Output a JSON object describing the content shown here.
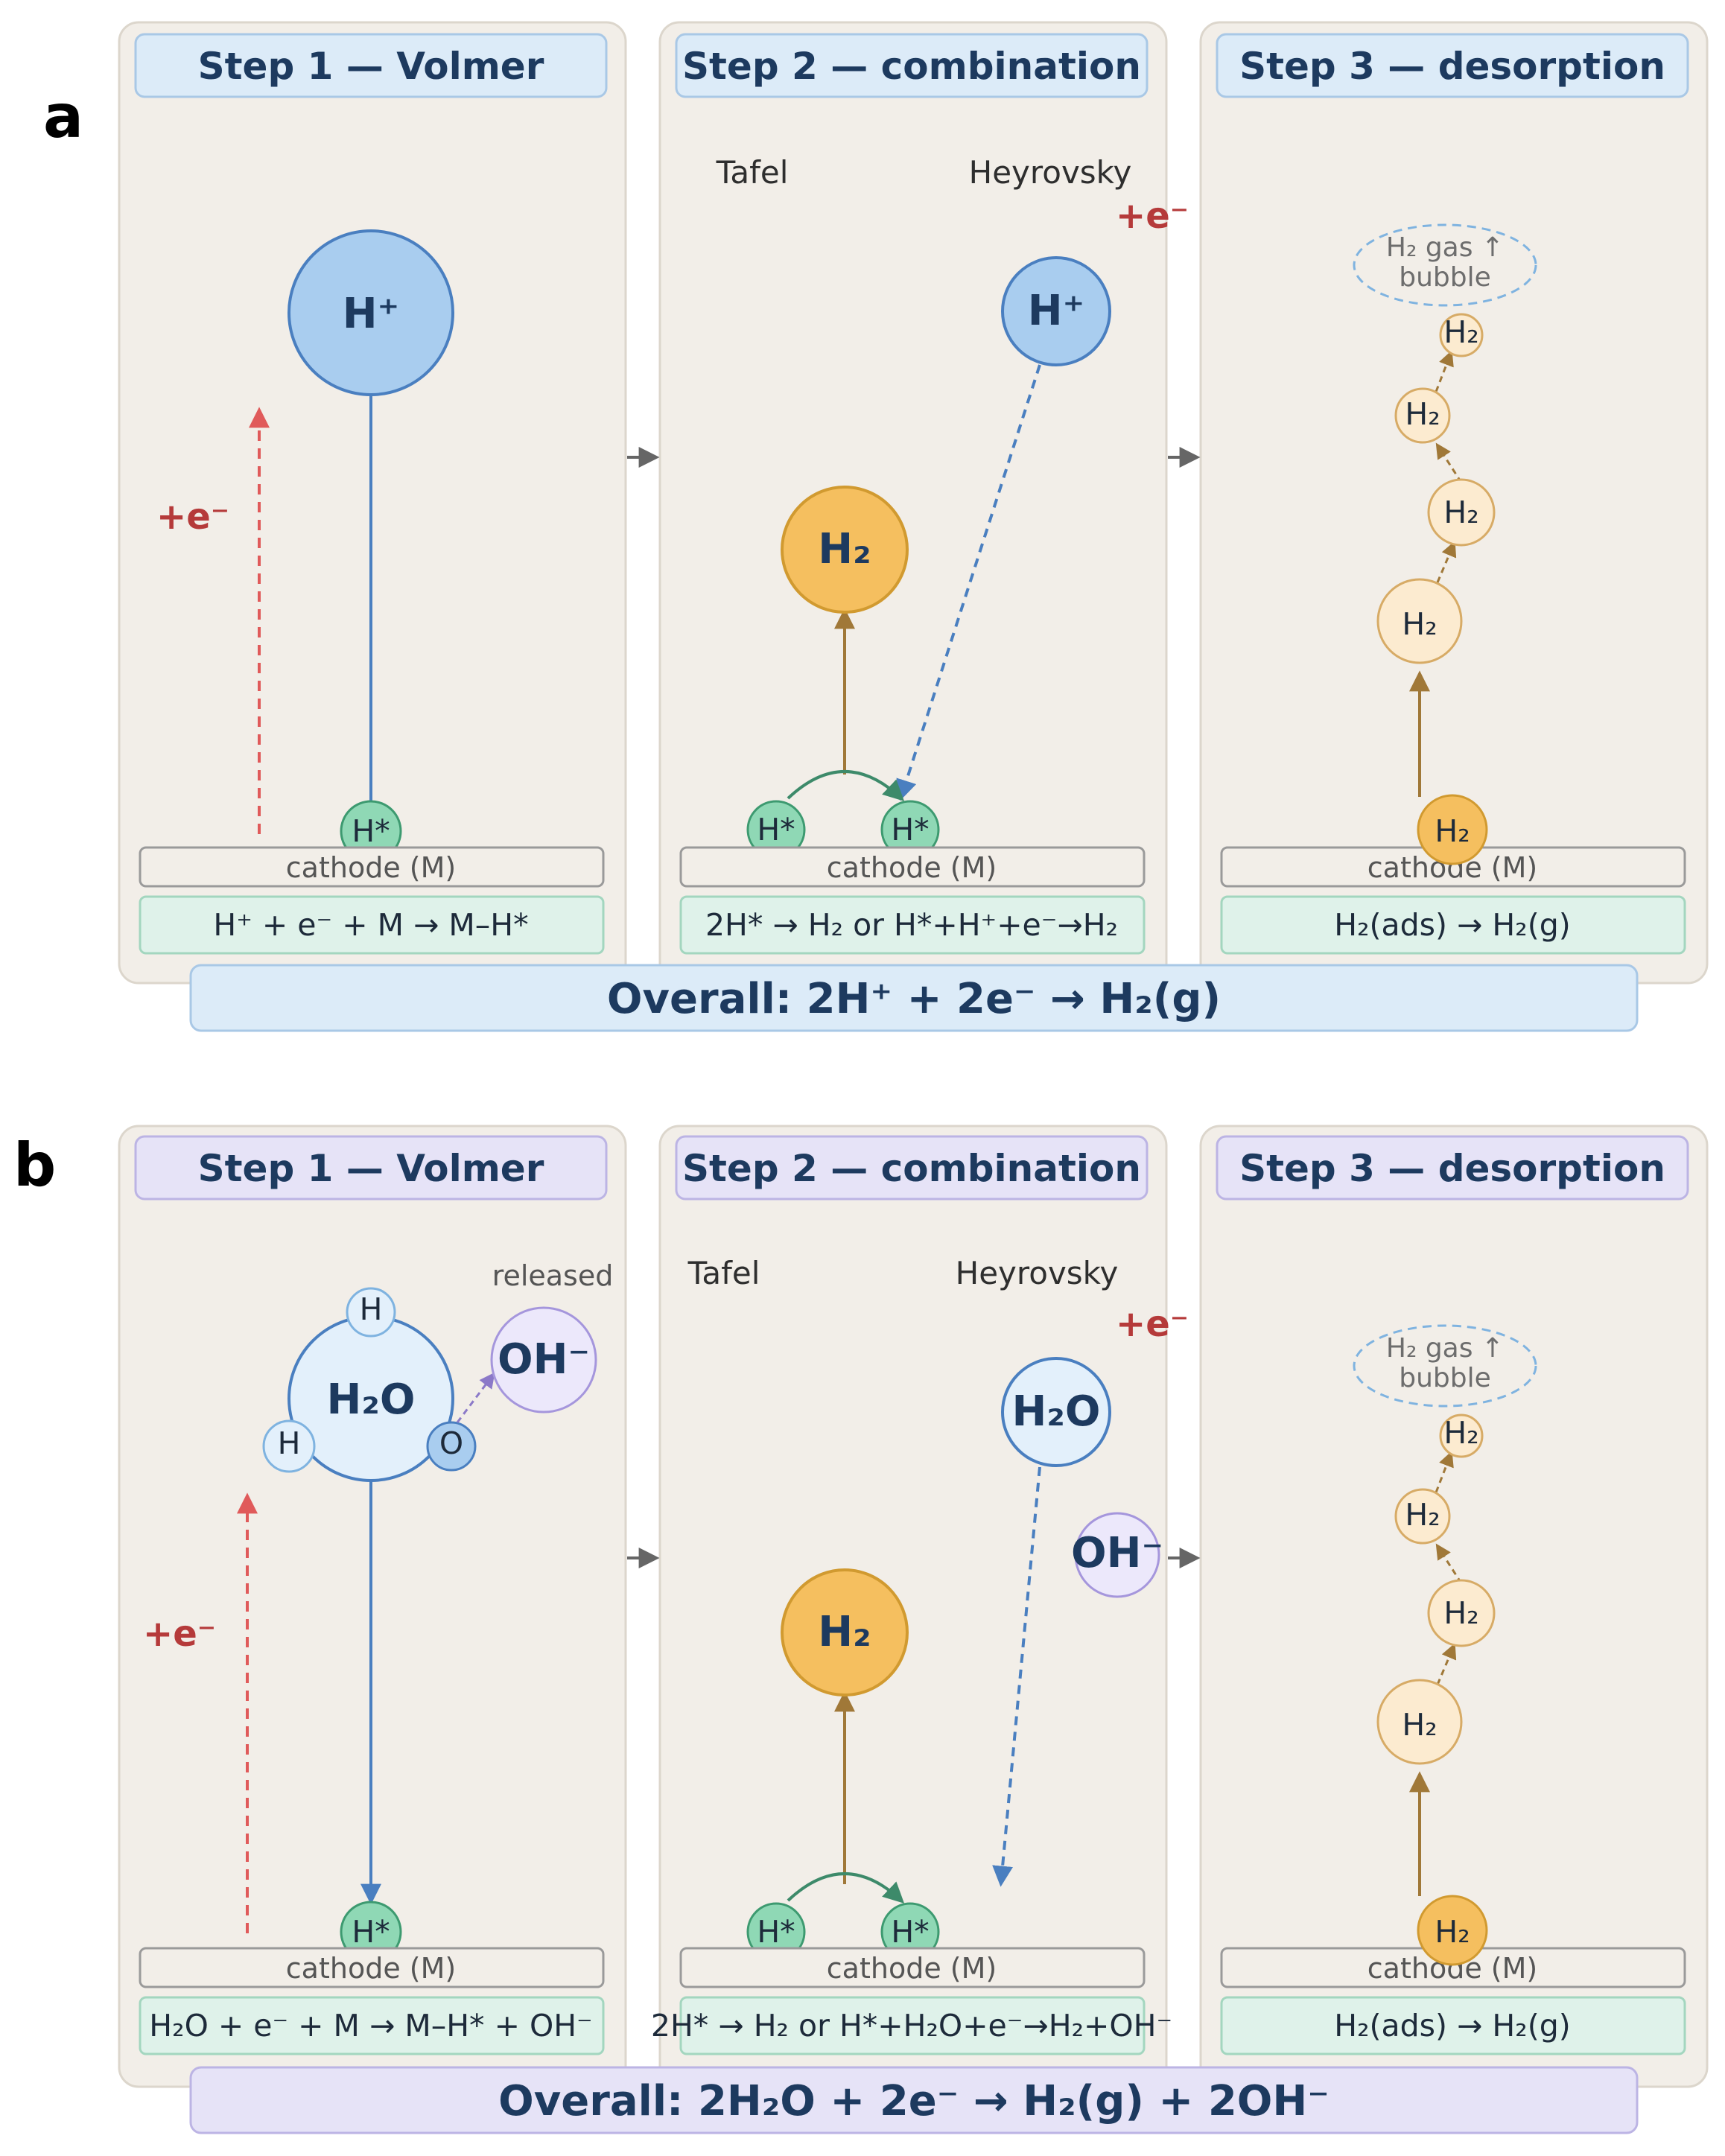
{
  "panels": {
    "a": {
      "label": "a",
      "step1": {
        "title": "Step 1 — Volmer",
        "ion": "H⁺",
        "electron": "+e⁻",
        "adsorbed": "H*",
        "cathode": "cathode (M)",
        "equation": "H⁺ + e⁻ + M → M–H*"
      },
      "step2": {
        "title": "Step 2 — combination",
        "tafel": "Tafel",
        "heyrovsky": "Heyrovsky",
        "electron": "+e⁻",
        "ion": "H⁺",
        "product": "H₂",
        "adsorbed_left": "H*",
        "adsorbed_right": "H*",
        "cathode": "cathode (M)",
        "equation": "2H* → H₂ or H*+H⁺+e⁻→H₂"
      },
      "step3": {
        "title": "Step 3 — desorption",
        "bubble_line1": "H₂ gas ↑",
        "bubble_line2": "bubble",
        "molecule": "H₂",
        "cathode": "cathode (M)",
        "equation": "H₂(ads) → H₂(g)"
      },
      "overall": "Overall: 2H⁺ + 2e⁻ → H₂(g)"
    },
    "b": {
      "label": "b",
      "step1": {
        "title": "Step 1 — Volmer",
        "water": "H₂O",
        "h": "H",
        "o": "O",
        "released": "released",
        "hydroxide": "OH⁻",
        "electron": "+e⁻",
        "adsorbed": "H*",
        "cathode": "cathode (M)",
        "equation": "H₂O + e⁻ + M → M–H* + OH⁻"
      },
      "step2": {
        "title": "Step 2 — combination",
        "tafel": "Tafel",
        "heyrovsky": "Heyrovsky",
        "electron": "+e⁻",
        "water": "H₂O",
        "hydroxide": "OH⁻",
        "product": "H₂",
        "adsorbed_left": "H*",
        "adsorbed_right": "H*",
        "cathode": "cathode (M)",
        "equation": "2H* → H₂ or H*+H₂O+e⁻→H₂+OH⁻"
      },
      "step3": {
        "title": "Step 3 — desorption",
        "bubble_line1": "H₂ gas ↑",
        "bubble_line2": "bubble",
        "molecule": "H₂",
        "cathode": "cathode (M)",
        "equation": "H₂(ads) → H₂(g)"
      },
      "overall": "Overall: 2H₂O + 2e⁻ → H₂(g) + 2OH⁻"
    }
  },
  "colors": {
    "panel_bg": "#f2eee8",
    "title_bg_a": "#dcebf8",
    "title_bg_b": "#e6e3f7",
    "overall_bg_a": "#dcebf8",
    "overall_bg_b": "#e6e3f7",
    "eq_bg": "#dff2ea",
    "proton": "#a9cdef",
    "adsorbed": "#8fd8b5",
    "hydrogen_gas": "#f5bf5f",
    "hydrogen_light": "#fcebd0",
    "hydroxide": "#ece8fb",
    "water": "#e3f0fb",
    "electron_text": "#b53a3a"
  }
}
